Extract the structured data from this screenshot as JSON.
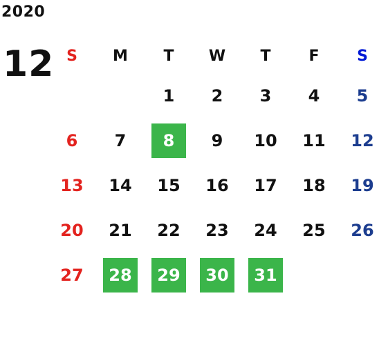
{
  "calendar": {
    "year": "2020",
    "month": "12",
    "weekdays": [
      "S",
      "M",
      "T",
      "W",
      "T",
      "F",
      "S"
    ],
    "weeks": [
      [
        "",
        "",
        "1",
        "2",
        "3",
        "4",
        "5"
      ],
      [
        "6",
        "7",
        "8",
        "9",
        "10",
        "11",
        "12"
      ],
      [
        "13",
        "14",
        "15",
        "16",
        "17",
        "18",
        "19"
      ],
      [
        "20",
        "21",
        "22",
        "23",
        "24",
        "25",
        "26"
      ],
      [
        "27",
        "28",
        "29",
        "30",
        "31",
        "",
        ""
      ]
    ],
    "highlighted_days": [
      "8",
      "28",
      "29",
      "30",
      "31"
    ],
    "colors": {
      "sunday": "#e3231f",
      "saturday": "#1c3d8f",
      "highlight": "#3bb54a"
    }
  }
}
